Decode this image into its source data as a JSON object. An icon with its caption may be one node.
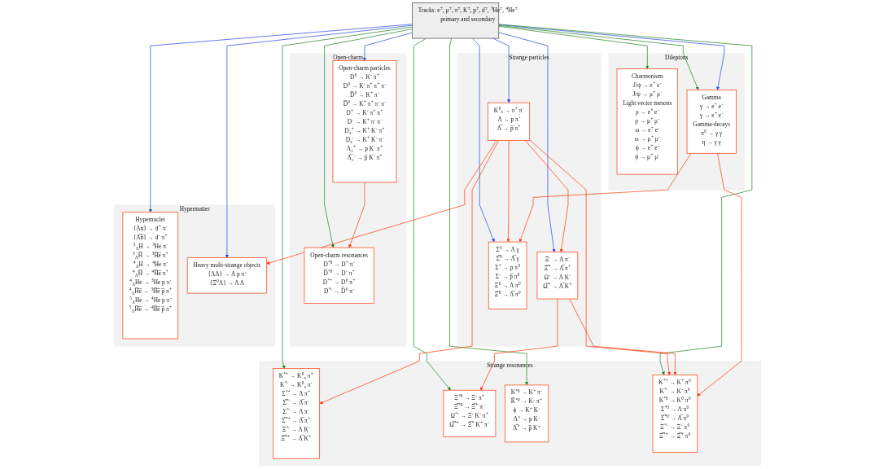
{
  "diagram": {
    "nodes": [
      {
        "text": [
          "Tracks: e$^{±}$, μ$^{±}$, π$^{±}$, K$^{±}$, p$^{±}$, d$^{±}$, $^{3}$He$^{±}$, $^{4}$He$^{±}$",
          "primary and secondary"
        ]
      },
      {
        "text": [
          "Dileptons"
        ]
      },
      {
        "text": [
          "Charmonium",
          "J/ψ → e$^{+}$ e$^{-}$",
          "J/ψ → μ$^{+}$ μ$^{-}$",
          "Light vector mesons",
          "ρ → e$^{+}$ e$^{-}$",
          "ρ → μ$^{+}$ μ$^{-}$",
          "ω → e$^{+}$ e$^{-}$",
          "ω → μ$^{+}$ μ$^{-}$",
          "ϕ → e$^{+}$ e$^{-}$",
          "ϕ → μ$^{+}$ μ$^{-}$"
        ],
        "in": 1
      },
      {
        "text": [
          "Gamma",
          "γ → e$^{+}$ e$^{-}$",
          "γ → e$^{+}$ e$^{-}$",
          "Gamma-decays",
          "π$^{0}$ → γ γ",
          "η → γ γ"
        ],
        "in": 1
      },
      {
        "text": [
          "Open-charm"
        ]
      },
      {
        "text": [
          "Open-charm particles",
          "D$^{0}$ → K$^{-}$ π$^{+}$",
          "D$^{0}$ → K$^{-}$ π$^{+}$ π$^{+}$ π$^{-}$",
          "D̅$^{0}$ → K$^{+}$ π$^{-}$",
          "D̅$^{0}$ → K$^{+}$ π$^{+}$ π$^{-}$ π$^{-}$",
          "D$^{+}$ → K$^{-}$ π$^{+}$ π$^{+}$",
          "D$^{-}$ → K$^{+}$ π$^{-}$ π$^{-}$",
          "D$_{s}$$^{+}$ → K$^{+}$ K$^{-}$ π$^{+}$",
          "D$_{s}$$^{-}$ → K$^{+}$ K$^{-}$ π$^{-}$",
          "Λ$_{c}$$^{+}$ → p K$^{-}$ π$^{+}$",
          "Λ̅$_{c}$$^{-}$ → p̅ K$^{-}$ π$^{+}$"
        ],
        "in": 4
      },
      {
        "text": [
          "Open-charm resonances",
          "D$^{*0}$ → D$^{+}$ π$^{-}$",
          "D̅$^{*0}$ → D$^{-}$ π$^{+}$",
          "D$^{*+}$ → D$^{0}$ π$^{+}$",
          "D$^{*-}$ → D̅$^{0}$ π$^{-}$"
        ],
        "in": 4
      },
      {
        "text": [
          "Strange particles"
        ]
      },
      {
        "text": [
          "K$^{0}$$_{s}$ → π$^{+}$ π$^{-}$",
          "Λ → p π$^{-}$",
          "Λ̅ → p̅ π$^{+}$"
        ],
        "in": 7
      },
      {
        "text": [
          "Ξ$^{-}$ → Λ π$^{-}$",
          "Ξ̅$^{+}$ → Λ̅ π$^{+}$",
          "Ω$^{-}$ → Λ K$^{-}$",
          "Ω̅$^{+}$ → Λ̅ K$^{+}$"
        ],
        "in": 7
      },
      {
        "text": [
          "Σ$^{0}$ → Λ γ",
          "Σ̅$^{0}$ → Λ̅ γ",
          "Σ$^{+}$ → p π$^{0}$",
          "Σ$^{-}$ → p̅ π$^{0}$",
          "Ξ$^{0}$ → Λ π$^{0}$",
          "Ξ̅$^{0}$ → Λ̅ π$^{0}$"
        ],
        "in": 7
      },
      {
        "text": [
          "Strange resonances"
        ]
      },
      {
        "text": [
          "K$^{*+}$ → K$^{0}$$_{s}$ π$^{+}$",
          "K$^{*-}$ → K$^{0}$$_{s}$ π$^{-}$",
          "Σ$^{*+}$ → Λ π$^{+}$",
          "Σ̅$^{*-}$ → Λ̅ π$^{-}$",
          "Σ$^{*-}$ → Λ π$^{-}$",
          "Σ̅$^{*+}$ → Λ̅ π$^{+}$",
          "Ξ$^{*-}$ → Λ K$^{-}$",
          "Ξ̅$^{*+}$ → Λ̅ K$^{+}$"
        ],
        "in": 11
      },
      {
        "text": [
          "Ξ$^{*0}$ → Ξ$^{-}$ π$^{+}$",
          "Ξ̅$^{*0}$ → Ξ̅$^{+}$ π$^{-}$",
          "Ω$^{*-}$ → Ξ$^{-}$ K$^{-}$ π$^{+}$",
          "Ω̅$^{*+}$ → Ξ̅$^{+}$ K$^{+}$ π$^{-}$"
        ],
        "in": 11
      },
      {
        "text": [
          "K$^{*0}$ → K$^{+}$ π$^{-}$",
          "K̅$^{*0}$ → K$^{-}$ π$^{+}$",
          "ϕ → K$^{+}$ K$^{-}$",
          "Λ$^{*}$ → p K$^{-}$",
          "Λ̅$^{*}$ → p̅ K$^{+}$"
        ],
        "in": 11
      },
      {
        "text": [
          "K$^{*+}$ → K$^{+}$ π$^{0}$",
          "K$^{*-}$ → K$^{-}$ π$^{0}$",
          "K$^{*0}$ → K$^{0}$ π$^{0}$",
          "Σ$^{*0}$ → Λ π$^{0}$",
          "Σ̅$^{*0}$ → Λ̅ π$^{0}$",
          "Ξ$^{*-}$ → Ξ$^{-}$ π$^{0}$",
          "Ξ̅$^{*+}$ → Ξ̅$^{+}$ π$^{0}$"
        ],
        "in": 11
      },
      {
        "text": [
          "Hypermatter"
        ]
      },
      {
        "text": [
          "Hypernuclei",
          "{Λn} → d$^{+}$ π$^{-}$",
          "{Λ̅n̅} → d$^{-}$ π$^{+}$",
          "$^{3}$$_{Λ}$H → $^{3}$He π$^{-}$",
          "$^{3}$$_{Λ}$H̅ → $^{3}$H̅e̅ π$^{+}$",
          "$^{4}$$_{Λ}$H → $^{4}$He π$^{-}$",
          "$^{4}$$_{Λ}$H̅ → $^{4}$H̅e̅ π$^{+}$",
          "$^{4}$$_{Λ}$He → $^{3}$He p π$^{-}$",
          "$^{4}$$_{Λ}$H̅e̅ → $^{3}$H̅e̅ p̅ π$^{+}$",
          "$^{5}$$_{Λ}$He → $^{4}$He p π$^{-}$",
          "$^{5}$$_{Λ}$H̅e̅ → $^{4}$H̅e̅ p̅ π$^{+}$"
        ],
        "in": 16
      },
      {
        "text": [
          "Heavy multi-strange objects",
          "{ΛΛ} → Λ p π$^{-}$",
          "{Ξ$^{0}$Λ} → Λ Λ"
        ],
        "in": 16
      }
    ],
    "edges": [
      {
        "from": 0,
        "to": 2,
        "arrow": "to",
        "color": "#1a7f1a"
      },
      {
        "from": 0,
        "to": 3,
        "arrow": "to",
        "color": "#1a7f1a"
      },
      {
        "from": 0,
        "to": 3,
        "arrow": "to",
        "color": "#2040e0"
      },
      {
        "from": 0,
        "to": 5,
        "arrow": "to",
        "color": "#2040e0"
      },
      {
        "from": 0,
        "to": 6,
        "arrow": "to",
        "color": "#1a7f1a"
      },
      {
        "from": 0,
        "to": 8,
        "arrow": "to",
        "color": "#2040e0"
      },
      {
        "from": 0,
        "to": 9,
        "arrow": "to",
        "color": "#2040e0"
      },
      {
        "from": 0,
        "to": 10,
        "arrow": "to",
        "color": "#2040e0"
      },
      {
        "from": 0,
        "to": 12,
        "arrow": "to",
        "color": "#1a7f1a"
      },
      {
        "from": 0,
        "to": 13,
        "arrow": "to",
        "color": "#1a7f1a"
      },
      {
        "from": 0,
        "to": 14,
        "arrow": "to",
        "color": "#1a7f1a"
      },
      {
        "from": 0,
        "to": 15,
        "arrow": "to",
        "color": "#1a7f1a"
      },
      {
        "from": 0,
        "to": 17,
        "arrow": "to",
        "color": "#2040e0"
      },
      {
        "from": 0,
        "to": 18,
        "arrow": "to",
        "color": "#2040e0"
      },
      {
        "from": 5,
        "to": 6,
        "arrow": "to"
      },
      {
        "from": 8,
        "to": 12,
        "arrow": "to"
      },
      {
        "from": 8,
        "to": 9,
        "arrow": "to"
      },
      {
        "from": 8,
        "to": 10,
        "arrow": "to"
      },
      {
        "from": 8,
        "to": 15,
        "arrow": "to"
      },
      {
        "from": 8,
        "to": 18,
        "arrow": "to"
      },
      {
        "from": 9,
        "to": 13,
        "arrow": "to"
      },
      {
        "from": 9,
        "to": 15,
        "arrow": "to"
      },
      {
        "from": 3,
        "to": 15,
        "arrow": "to"
      },
      {
        "from": 3,
        "to": 10,
        "arrow": "to"
      }
    ]
  }
}
